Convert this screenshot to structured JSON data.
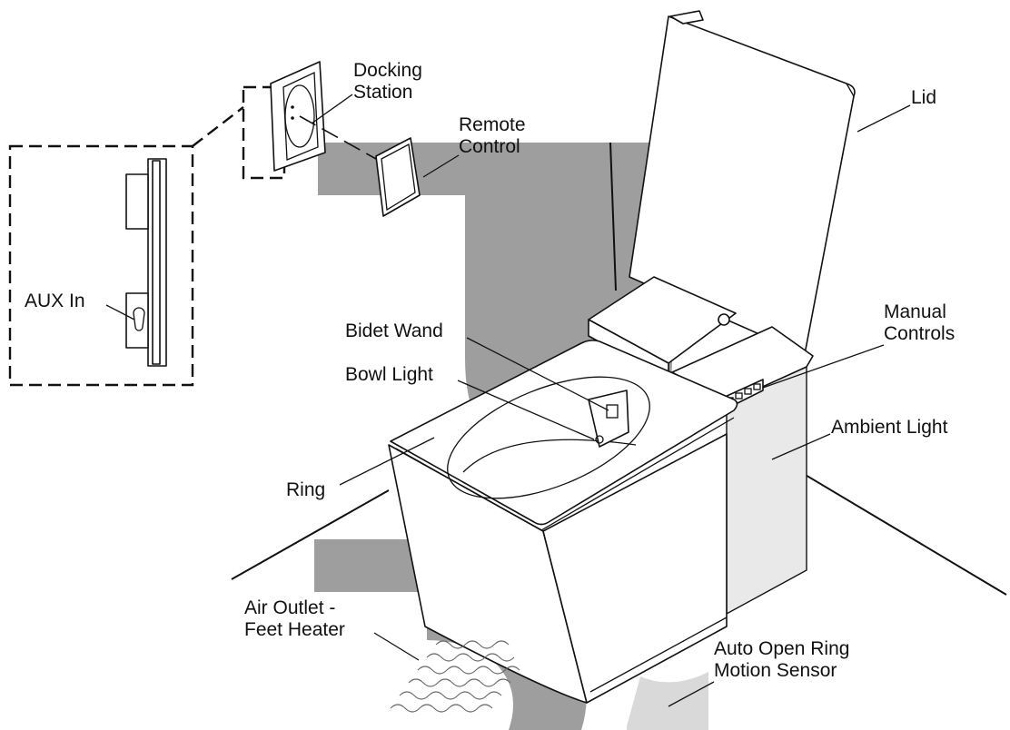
{
  "colors": {
    "line": "#111111",
    "watermark": "#9e9e9e",
    "watermark_light": "#d9d9d9",
    "panel_shade": "#e9e9e9"
  },
  "labels": {
    "docking_station": [
      "Docking",
      "Station"
    ],
    "remote_control": [
      "Remote",
      "Control"
    ],
    "lid": "Lid",
    "aux_in": "AUX In",
    "manual_controls": [
      "Manual",
      "Controls"
    ],
    "bidet_wand": "Bidet Wand",
    "bowl_light": "Bowl Light",
    "ambient_light": "Ambient Light",
    "ring": "Ring",
    "air_outlet": [
      "Air Outlet -",
      "Feet Heater"
    ],
    "motion_sensor": [
      "Auto Open Ring",
      "Motion Sensor"
    ]
  }
}
